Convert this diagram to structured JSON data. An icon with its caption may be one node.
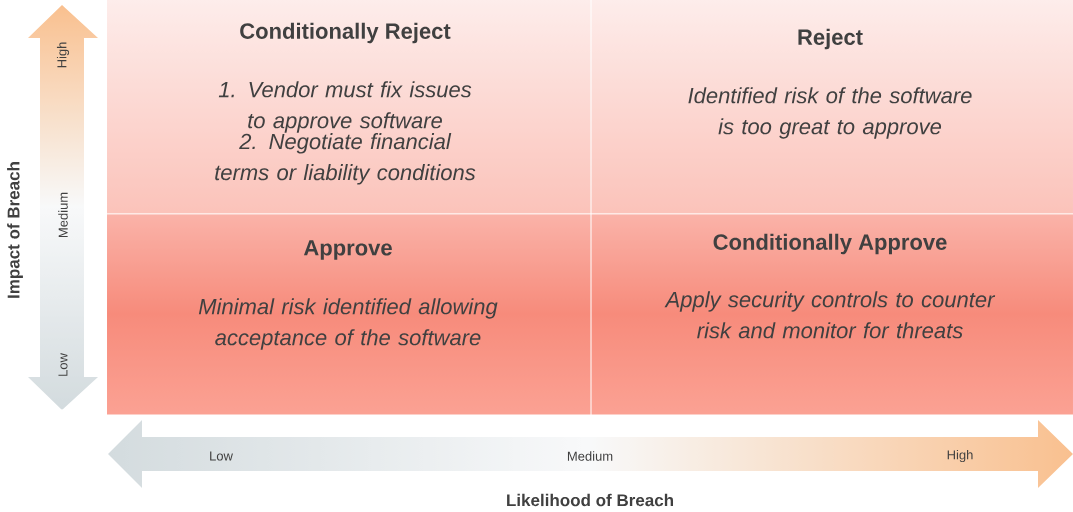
{
  "diagram": {
    "nodes": [
      {
        "text": [
          "Conditionally Reject",
          "1. Vendor must fix issues to approve software",
          "2. Negotiate financial terms or liability conditions"
        ]
      },
      {
        "text": [
          "Reject",
          "Identified risk of the software is too great to approve"
        ]
      },
      {
        "text": [
          "Approve",
          "Minimal risk identified allowing acceptance of the software"
        ]
      },
      {
        "text": [
          "Conditionally Approve",
          "Apply security controls to counter risk and monitor for threats"
        ]
      }
    ],
    "labels": [
      "High",
      "Medium",
      "Low",
      "Impact of Breach",
      "Low",
      "Medium",
      "High",
      "Likelihood of Breach"
    ]
  }
}
